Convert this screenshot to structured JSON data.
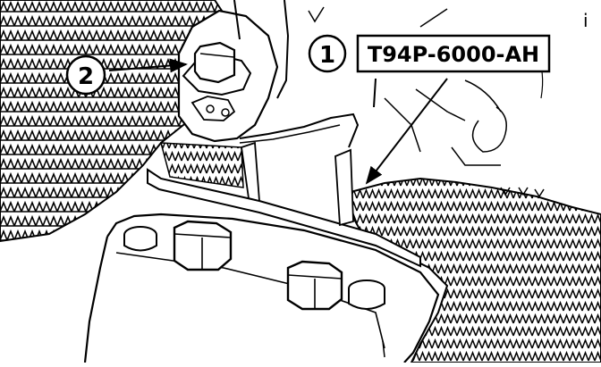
{
  "diagram": {
    "callouts": [
      {
        "number": "1"
      },
      {
        "number": "2"
      }
    ],
    "part_number": "T94P-6000-AH",
    "corner_mark": "i",
    "ink_color": "#000000",
    "paper_color": "#ffffff"
  }
}
